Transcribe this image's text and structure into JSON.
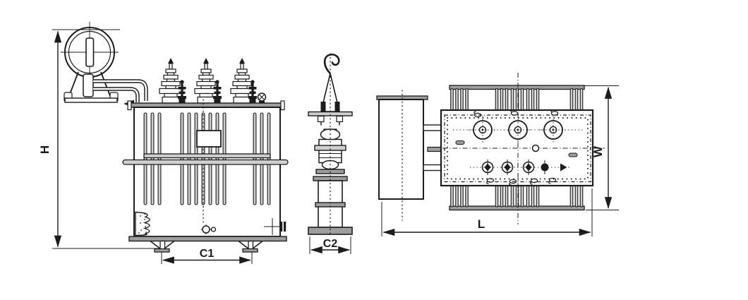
{
  "labels": {
    "height": "H",
    "front_base": "C1",
    "bushing_base": "C2",
    "width": "W",
    "length": "L"
  },
  "colors": {
    "line": "#1c1c1c",
    "fill_light": "#cfcfcf",
    "fill_mid": "#9e9e9e",
    "background": "#ffffff"
  }
}
